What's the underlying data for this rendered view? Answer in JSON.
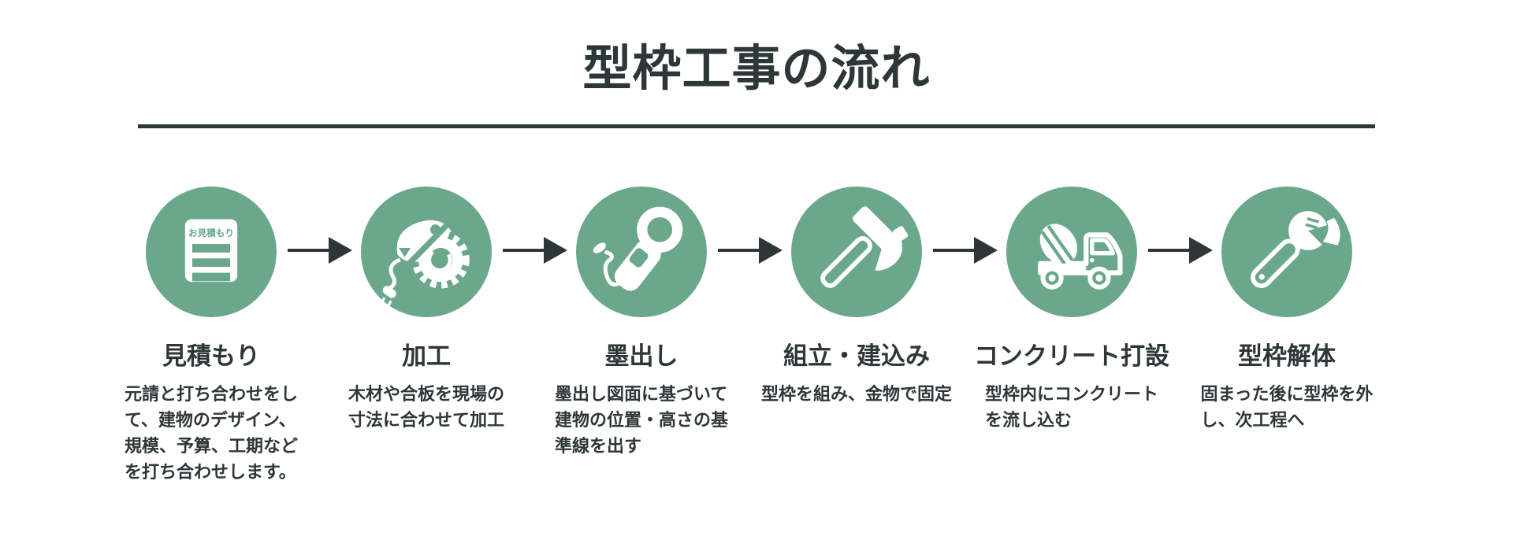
{
  "colors": {
    "green": "#6aa78b",
    "dark": "#2d3737",
    "white": "#ffffff"
  },
  "header": {
    "title": "型枠工事の流れ"
  },
  "steps": [
    {
      "title": "見積もり",
      "description": "元請と打ち合わせをし\nて、建物のデザイン、\n規模、予算、工期など\nを打ち合わせします。",
      "icon": "estimate-document-icon",
      "icon_label": "お見積もり"
    },
    {
      "title": "加工",
      "description": "木材や合板を現場の\n寸法に合わせて加工",
      "icon": "circular-saw-icon"
    },
    {
      "title": "墨出し",
      "description": "墨出し図面に基づいて\n建物の位置・高さの基\n準線を出す",
      "icon": "ink-marking-tool-icon"
    },
    {
      "title": "組立・建込み",
      "description": "型枠を組み、金物で固定",
      "icon": "hammer-icon"
    },
    {
      "title": "コンクリート打設",
      "description": "型枠内にコンクリート\nを流し込む",
      "icon": "concrete-mixer-truck-icon"
    },
    {
      "title": "型枠解体",
      "description": "固まった後に型枠を外\nし、次工程へ",
      "icon": "adjustable-wrench-icon"
    }
  ]
}
